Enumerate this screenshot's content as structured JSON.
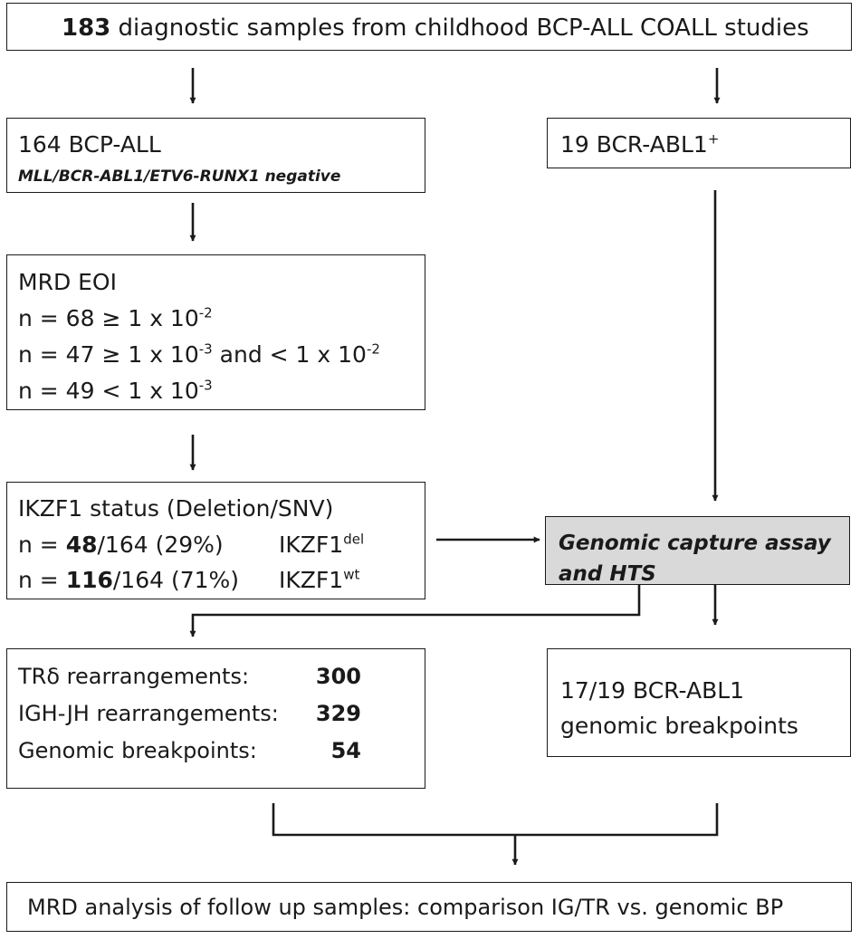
{
  "top": {
    "count": "183",
    "text": "diagnostic samples from childhood BCP-ALL COALL studies"
  },
  "bcp": {
    "title": "164 BCP-ALL",
    "subtitle": "MLL/BCR-ABL1/ETV6-RUNX1 negative"
  },
  "bcr": {
    "base": "19 BCR-ABL1",
    "sup": "+"
  },
  "mrd": {
    "title": "MRD EOI",
    "l1a": "n = 68 ≥ 1 x 10",
    "l1e": "-2",
    "l2a": "n = 47 ≥ 1 x 10",
    "l2e": "-3",
    "l2b": " and < 1 x 10",
    "l2e2": "-2",
    "l3a": "n = 49 < 1 x 10",
    "l3e": "-3"
  },
  "ikzf1": {
    "title": "IKZF1 status (Deletion/SNV)",
    "r1pre": "n = ",
    "r1num": "48",
    "r1post": "/164 (29%)",
    "r1label": "IKZF1",
    "r1sup": "del",
    "r2pre": "n = ",
    "r2num": "116",
    "r2post": "/164 (71%)",
    "r2label": "IKZF1",
    "r2sup": "wt"
  },
  "capture": {
    "l1": "Genomic capture assay",
    "l2": "and HTS"
  },
  "rearr": [
    {
      "label": "TRδ rearrangements:",
      "value": "300"
    },
    {
      "label": "IGH-JH rearrangements:",
      "value": "329"
    },
    {
      "label": "Genomic breakpoints:",
      "value": "54"
    }
  ],
  "bcrbp": {
    "l1": "17/19 BCR-ABL1",
    "l2": "genomic breakpoints"
  },
  "bottom": {
    "text": "MRD analysis of follow up samples: comparison IG/TR vs. genomic BP"
  },
  "colors": {
    "line": "#1a1a1a",
    "capture_fill": "#d9d9d9",
    "background": "#ffffff"
  }
}
